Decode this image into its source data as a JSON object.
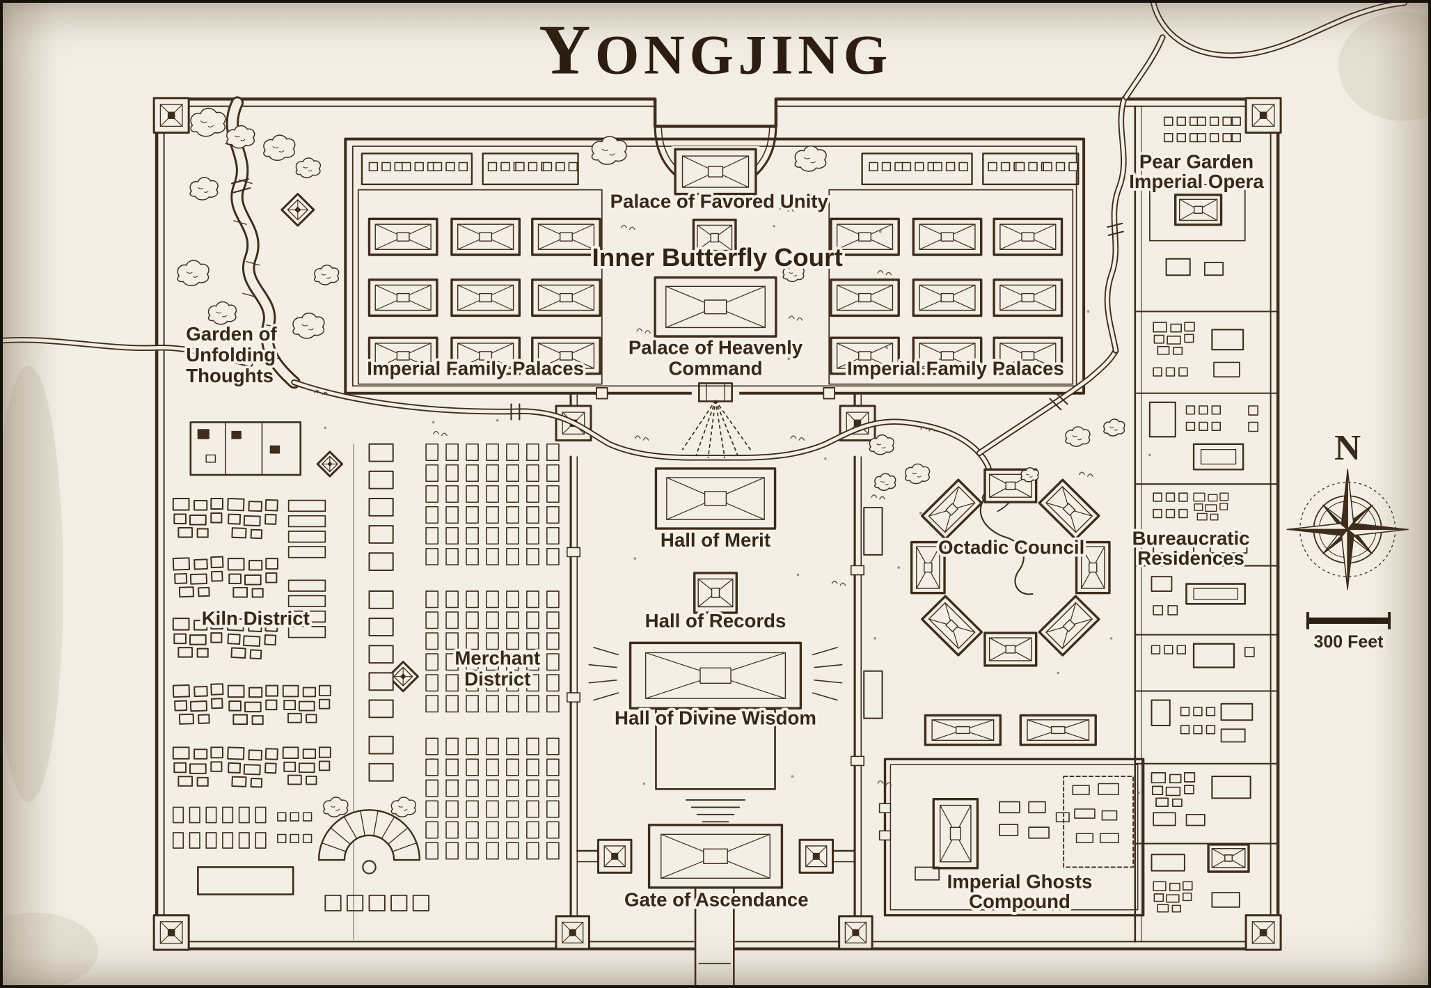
{
  "title": {
    "initial": "Y",
    "rest": "ONGJING"
  },
  "labels": {
    "palace_of_favored_unity": "Palace of Favored Unity",
    "inner_butterfly_court": "Inner Butterfly Court",
    "imperial_family_palaces": "Imperial Family Palaces",
    "palace_of_heavenly_command": {
      "line1": "Palace of Heavenly",
      "line2": "Command"
    },
    "pear_garden_imperial_opera": {
      "line1": "Pear Garden",
      "line2": "Imperial Opera"
    },
    "garden_of_unfolding_thoughts": {
      "line1": "Garden of",
      "line2": "Unfolding",
      "line3": "Thoughts"
    },
    "kiln_district": "Kiln District",
    "merchant_district": {
      "line1": "Merchant",
      "line2": "District"
    },
    "hall_of_merit": "Hall of Merit",
    "hall_of_records": "Hall of Records",
    "hall_of_divine_wisdom": "Hall of Divine Wisdom",
    "octadic_council": "Octadic Council",
    "bureaucratic_residences": {
      "line1": "Bureaucratic",
      "line2": "Residences"
    },
    "imperial_ghosts_compound": {
      "line1": "Imperial Ghosts",
      "line2": "Compound"
    },
    "gate_of_ascendance": "Gate of Ascendance"
  },
  "compass": {
    "north_label": "N"
  },
  "scale_bar": {
    "label": "300 Feet"
  },
  "colors": {
    "paper": "#f4efe5",
    "ink": "#3e2c1c"
  }
}
